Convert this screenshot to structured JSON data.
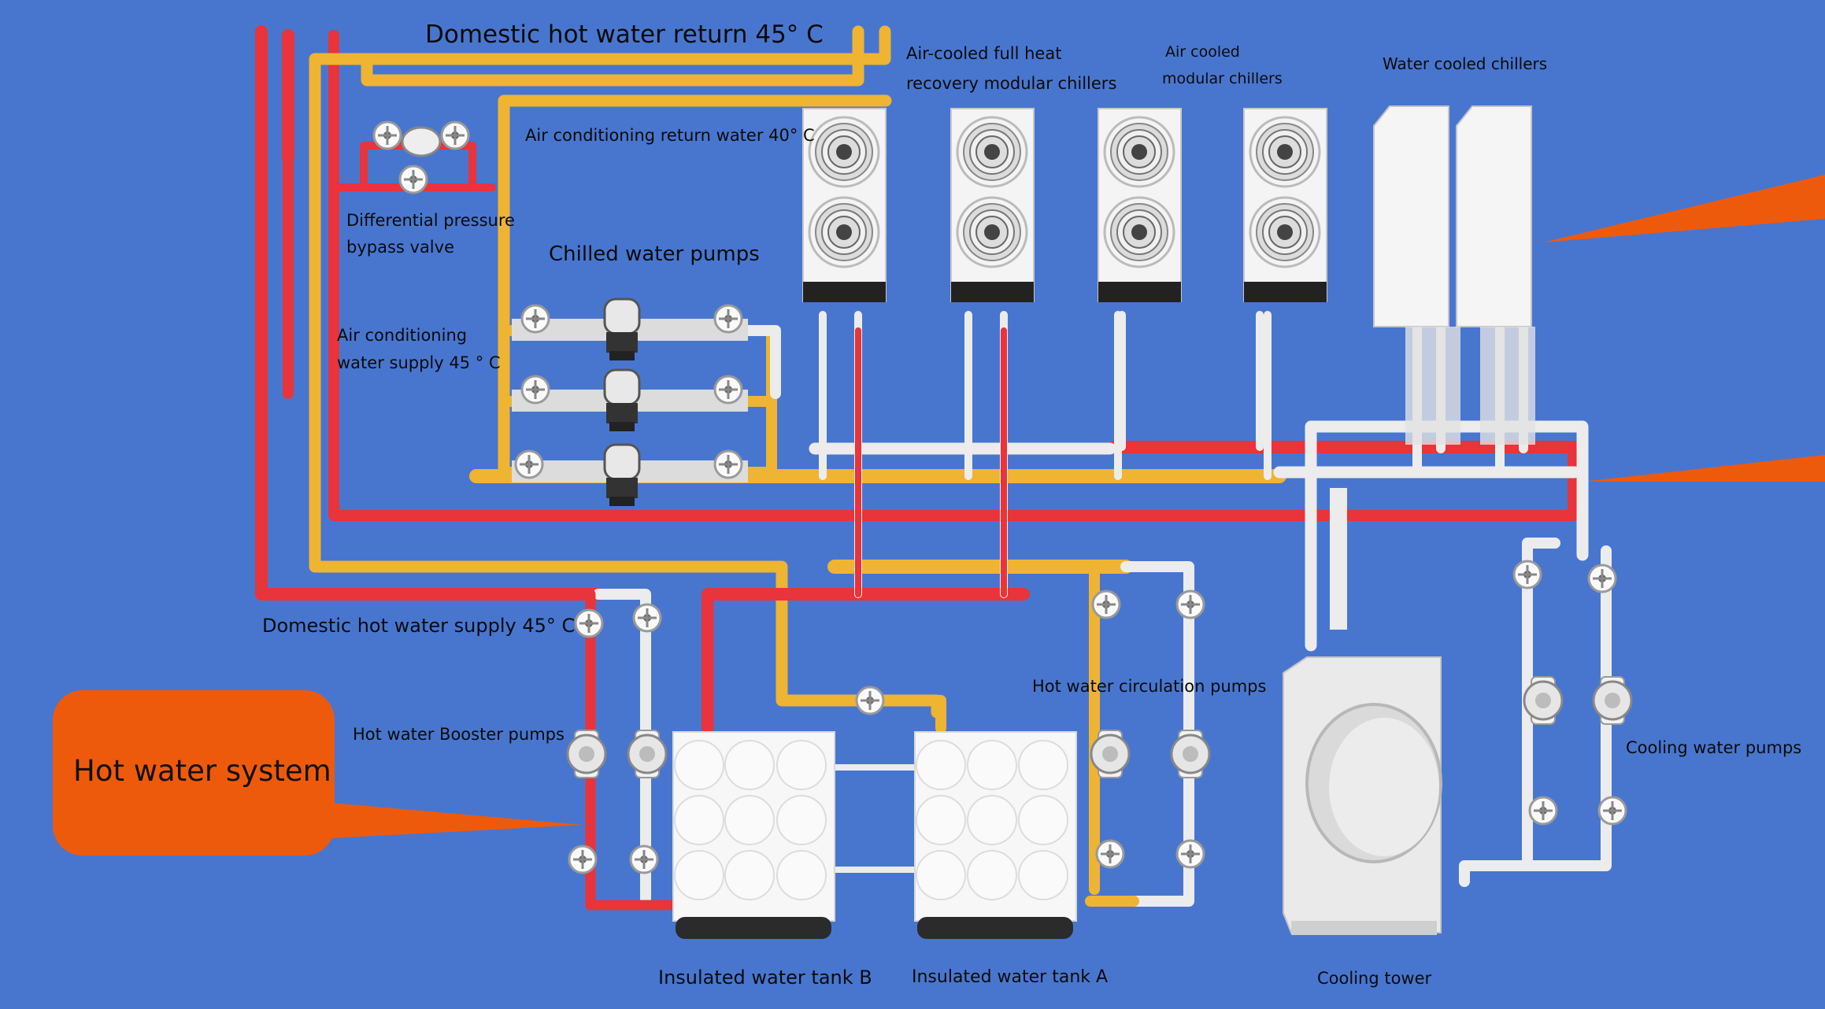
{
  "colors": {
    "background": "#4876cf",
    "hot_pipe": "#e8343a",
    "yellow_pipe": "#eeb432",
    "white_pipe": "#ececec",
    "callout": "#ee5a0c"
  },
  "callout": {
    "title": "Hot water system"
  },
  "labels": {
    "dhw_return": "Domestic hot water return 45° C",
    "ac_return": "Air conditioning return water 40° C",
    "dp_bypass_line1": "Differential pressure",
    "dp_bypass_line2": "bypass valve",
    "chilled_pumps": "Chilled water pumps",
    "ac_supply_line1": "Air conditioning",
    "ac_supply_line2": "water supply 45 ° C",
    "air_cooled_fhr_line1": "Air-cooled full heat",
    "air_cooled_fhr_line2": "recovery modular chillers",
    "air_cooled_line1": "Air cooled",
    "air_cooled_line2": "modular chillers",
    "water_cooled": "Water cooled chillers",
    "dhw_supply": "Domestic hot water supply 45° C",
    "booster_pumps": "Hot water Booster pumps",
    "circulation_pumps": "Hot water circulation pumps",
    "cooling_pumps": "Cooling water pumps",
    "tank_b": "Insulated water tank B",
    "tank_a": "Insulated water tank A",
    "cooling_tower": "Cooling tower"
  }
}
